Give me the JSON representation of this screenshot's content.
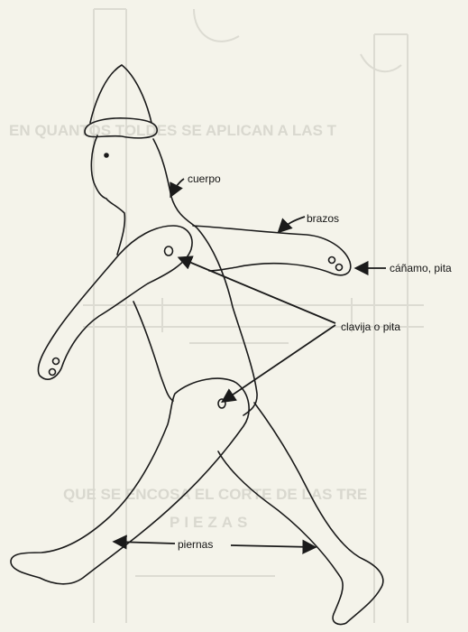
{
  "diagram": {
    "labels": {
      "cuerpo": "cuerpo",
      "brazos": "brazos",
      "canamo": "cáñamo, pita",
      "clavija": "clavija o pita",
      "piernas": "piernas"
    },
    "bleed_through": {
      "line1": "EN QUANTOS TOLDES SE APLICAN A LAS T",
      "line2": "QUE SE ENCOSA EL CORTE DE LAS TRE",
      "line3": "PIEZAS"
    },
    "colors": {
      "paper": "#f4f3ea",
      "ink": "#1a1a1a",
      "ghost": "#d9d8cf"
    }
  }
}
